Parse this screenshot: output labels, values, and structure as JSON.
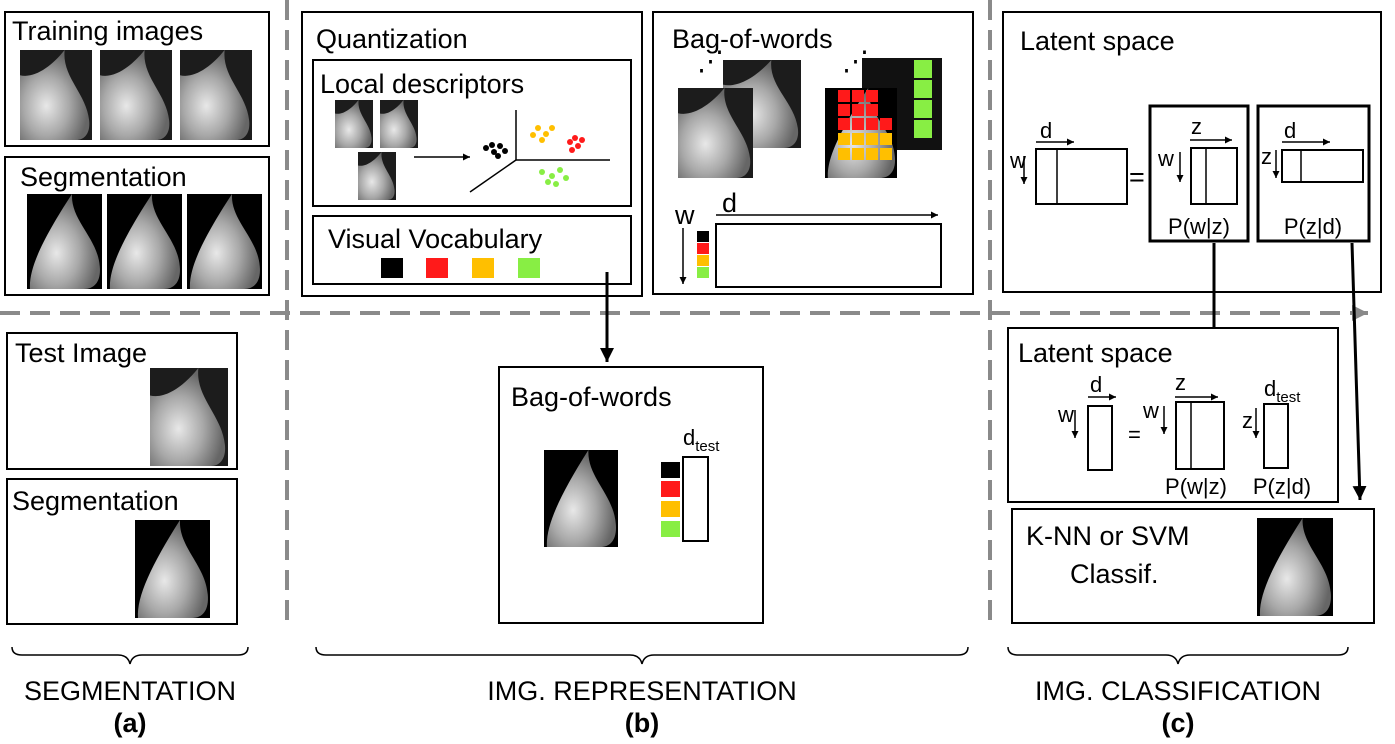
{
  "segmentation_panel": {
    "training_images": "Training images",
    "segmentation_train": "Segmentation",
    "test_image": "Test Image",
    "segmentation_test": "Segmentation",
    "section_label": "SEGMENTATION",
    "letter": "(a)"
  },
  "representation_panel": {
    "quantization": "Quantization",
    "local_descriptors": "Local descriptors",
    "visual_vocabulary": "Visual Vocabulary",
    "bag_of_words_train": "Bag-of-words",
    "bow_w": "w",
    "bow_d": "d",
    "bag_of_words_test": "Bag-of-words",
    "d_test_base": "d",
    "d_test_sub": "test",
    "section_label": "IMG. REPRESENTATION",
    "letter": "(b)"
  },
  "classification_panel": {
    "latent_space_train": "Latent space",
    "d1": "d",
    "w1": "w",
    "equals1": "=",
    "z1": "z",
    "w2": "w",
    "d2": "d",
    "z2": "z",
    "p_w_z": "P(w|z)",
    "p_z_d": "P(z|d)",
    "latent_space_test": "Latent space",
    "d3": "d",
    "w3": "w",
    "equals2": "=",
    "z3": "z",
    "w4": "w",
    "d_test_base": "d",
    "d_test_sub": "test",
    "z4": "z",
    "p_w_z_test": "P(w|z)",
    "p_z_d_test": "P(z|d)",
    "classifier_line1": "K-NN or SVM",
    "classifier_line2": "Classif.",
    "section_label": "IMG. CLASSIFICATION",
    "letter": "(c)"
  },
  "colors": {
    "black": "#000000",
    "red": "#ff1a1a",
    "yellow": "#ffbf00",
    "green": "#88ee44",
    "divider": "#8a8a8a"
  }
}
